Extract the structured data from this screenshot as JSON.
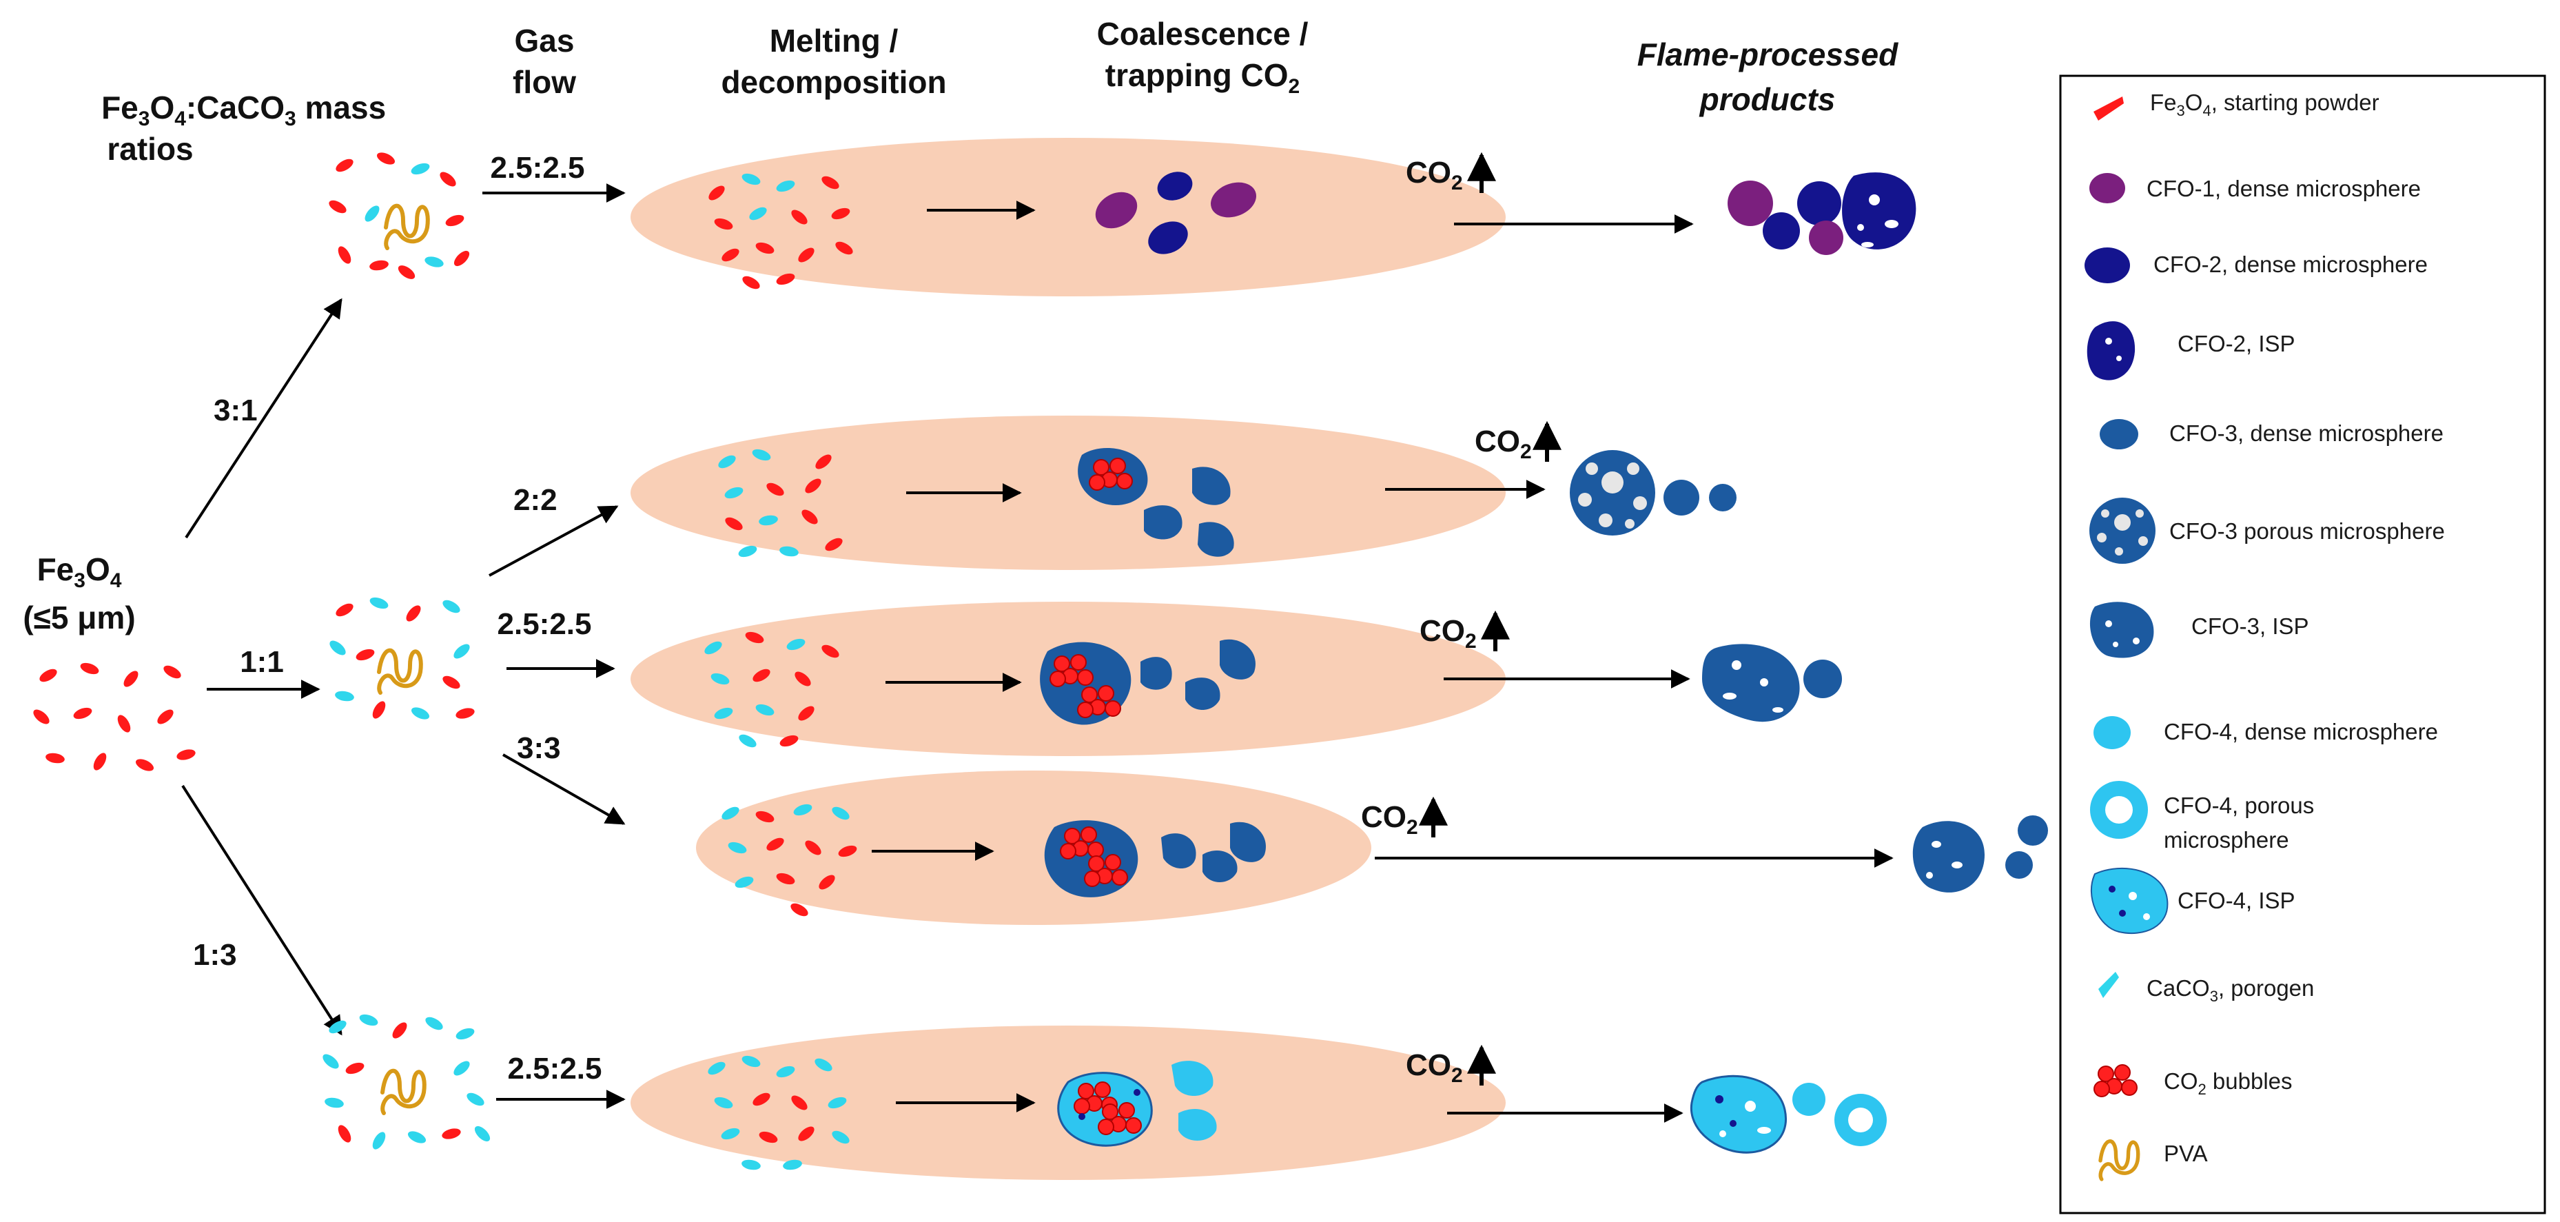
{
  "headers": {
    "ratios": "Fe3O4:CaCO3 mass ratios",
    "gas_flow": "Gas flow",
    "melting": "Melting / decomposition",
    "coalescence": "Coalescence / trapping CO2",
    "products": "Flame-processed products"
  },
  "start_material": {
    "formula": "Fe3O4",
    "size": "(≤5 μm)"
  },
  "mass_ratios": [
    "3:1",
    "1:1",
    "1:3"
  ],
  "gas_flows": [
    "2.5:2.5",
    "2:2",
    "2.5:2.5",
    "3:3",
    "2.5:2.5"
  ],
  "co2_label": "CO2",
  "legend": [
    {
      "label": "Fe3O4, starting powder",
      "icon": "fe3o4-flake",
      "color": "#ff1a1a"
    },
    {
      "label": "CFO-1, dense microsphere",
      "icon": "sphere",
      "color": "#7b1f7e"
    },
    {
      "label": "CFO-2, dense microsphere",
      "icon": "sphere",
      "color": "#14148e"
    },
    {
      "label": "CFO-2, ISP",
      "icon": "isp",
      "color": "#14148e"
    },
    {
      "label": "CFO-3, dense microsphere",
      "icon": "sphere",
      "color": "#1c5aa0"
    },
    {
      "label": "CFO-3 porous microsphere",
      "icon": "porous-sphere",
      "color": "#1c5aa0"
    },
    {
      "label": "CFO-3, ISP",
      "icon": "isp",
      "color": "#1c5aa0"
    },
    {
      "label": "CFO-4, dense microsphere",
      "icon": "sphere",
      "color": "#2ec5f0"
    },
    {
      "label": "CFO-4, porous microsphere",
      "icon": "ring",
      "color": "#2ec5f0"
    },
    {
      "label": "CFO-4, ISP",
      "icon": "isp",
      "color": "#2ec5f0"
    },
    {
      "label": "CaCO3, porogen",
      "icon": "caco3-flake",
      "color": "#2fd6ec"
    },
    {
      "label": "CO2 bubbles",
      "icon": "bubbles",
      "color": "#ff2020"
    },
    {
      "label": "PVA",
      "icon": "pva-squiggle",
      "color": "#d89a18"
    }
  ],
  "colors": {
    "flame": "#f9cfb6",
    "fe3o4": "#ff1a1a",
    "caco3": "#2fd6ec",
    "cfo1": "#7b1f7e",
    "cfo2": "#14148e",
    "cfo3": "#1c5aa0",
    "cfo4": "#2ec5f0",
    "pva": "#d89a18"
  }
}
